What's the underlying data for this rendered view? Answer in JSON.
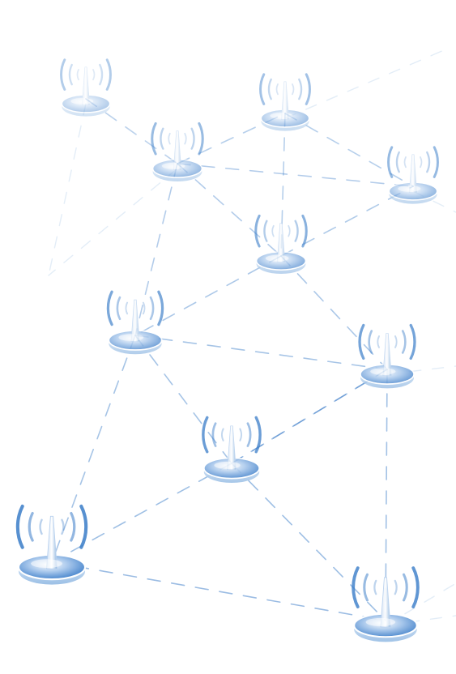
{
  "scene": {
    "subject": "wireless-network-nodes",
    "background": "#ffffff",
    "accent": "#3a7cc8",
    "node_count": 11,
    "link_count": 19
  }
}
